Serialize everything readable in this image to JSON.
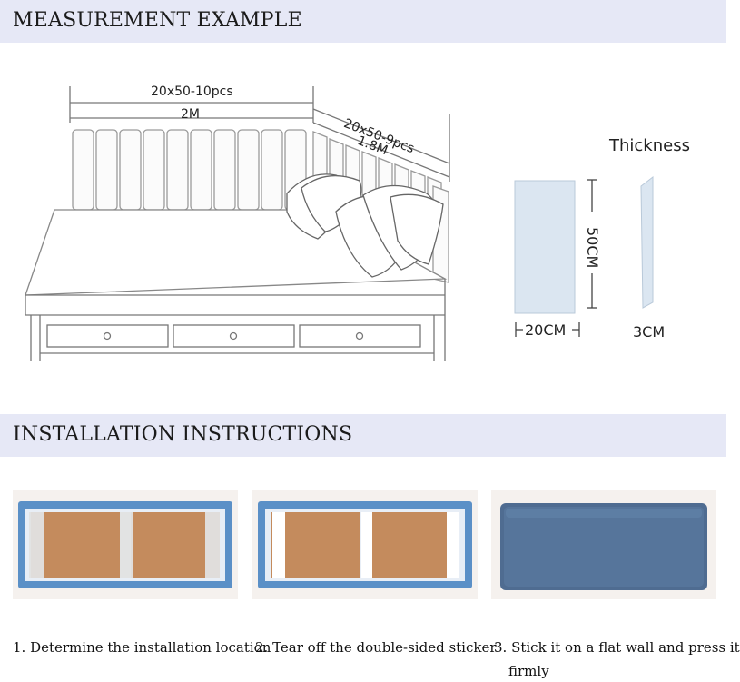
{
  "sections": {
    "measurement_title": "MEASUREMENT EXAMPLE",
    "installation_title": "INSTALLATION INSTRUCTIONS"
  },
  "diagram": {
    "back_count_label": "20x50-10pcs",
    "back_length_label": "2M",
    "side_count_label": "20x50-9pcs",
    "side_length_label": "1.8M"
  },
  "panel": {
    "thickness_label": "Thickness",
    "height_label": "50CM",
    "width_label": "20CM",
    "depth_label": "3CM"
  },
  "steps": [
    {
      "caption": "1. Determine the installation location"
    },
    {
      "caption": "2. Tear off the double-sided sticker"
    },
    {
      "caption_line1": "3. Stick it on a flat wall and press it",
      "caption_line2": "firmly"
    }
  ],
  "colors": {
    "banner": "#e6e8f6",
    "panel_fill": "#dbe6f1",
    "cork": "#c48b5d",
    "tray": "#5b90c7",
    "leather": "#4f6c91"
  }
}
